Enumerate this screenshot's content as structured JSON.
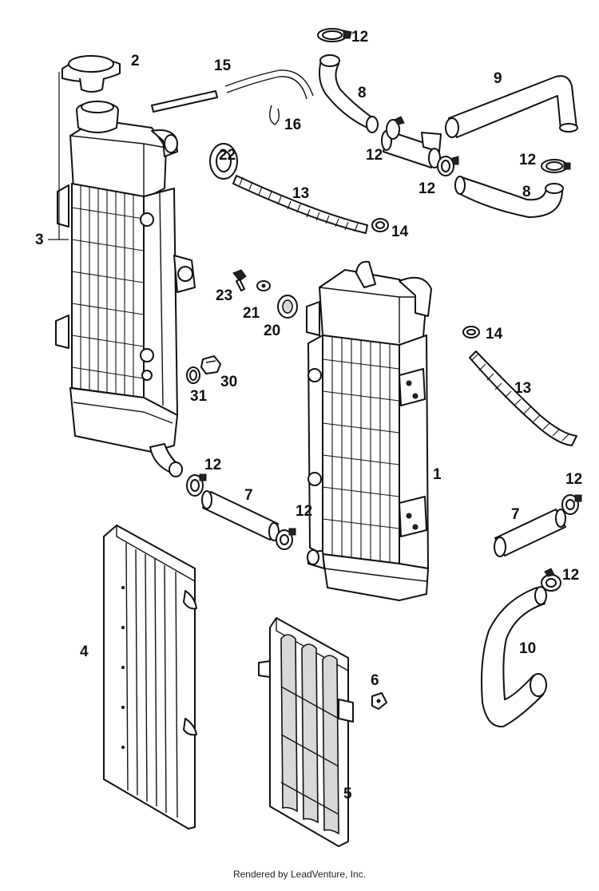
{
  "diagram": {
    "callouts": {
      "c1": "1",
      "c2": "2",
      "c3": "3",
      "c4": "4",
      "c5": "5",
      "c6": "6",
      "c7a": "7",
      "c7b": "7",
      "c8a": "8",
      "c8b": "8",
      "c9": "9",
      "c10": "10",
      "c12a": "12",
      "c12b": "12",
      "c12c": "12",
      "c12d": "12",
      "c12e": "12",
      "c12f": "12",
      "c12g": "12",
      "c12h": "12",
      "c13a": "13",
      "c13b": "13",
      "c14a": "14",
      "c14b": "14",
      "c15": "15",
      "c16": "16",
      "c20": "20",
      "c21": "21",
      "c22": "22",
      "c23": "23",
      "c30": "30",
      "c31": "31"
    }
  },
  "footer": {
    "credit": "Rendered by LeadVenture, Inc."
  }
}
